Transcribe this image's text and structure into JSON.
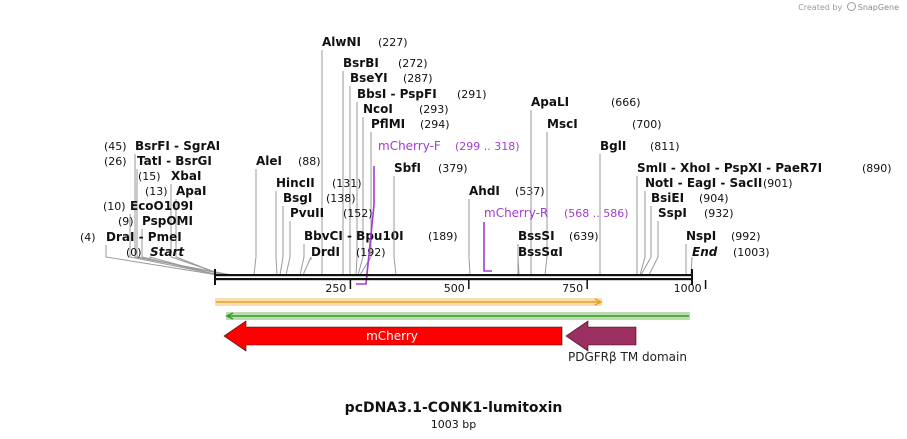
{
  "credit": {
    "prefix": "Created by",
    "brand": "SnapGene"
  },
  "plasmid": {
    "name": "pcDNA3.1-CONK1-lumitoxin",
    "size_label": "1003 bp",
    "length": 1003
  },
  "ticks": [
    250,
    500,
    750,
    1000
  ],
  "sites": [
    {
      "name": "AlwNI",
      "pos": "(227)",
      "bp": 227
    },
    {
      "name": "BsrBI",
      "pos": "(272)",
      "bp": 272
    },
    {
      "name": "BseYI",
      "pos": "(287)",
      "bp": 287
    },
    {
      "name": "BbsI  -  PspFI",
      "pos": "(291)",
      "bp": 291
    },
    {
      "name": "NcoI",
      "pos": "(293)",
      "bp": 293
    },
    {
      "name": "PflMI",
      "pos": "(294)",
      "bp": 294
    },
    {
      "name": "BsrFI  -  SgrAI",
      "pos": "(45)",
      "bp": 45
    },
    {
      "name": "TatI  -  BsrGI",
      "pos": "(26)",
      "bp": 26
    },
    {
      "name": "XbaI",
      "pos": "(15)",
      "bp": 15
    },
    {
      "name": "ApaI",
      "pos": "(13)",
      "bp": 13
    },
    {
      "name": "EcoO109I",
      "pos": "(10)",
      "bp": 10
    },
    {
      "name": "PspOMI",
      "pos": "(9)",
      "bp": 9
    },
    {
      "name": "DraI  -  PmeI",
      "pos": "(4)",
      "bp": 4
    },
    {
      "name": "Start",
      "pos": "(0)",
      "bp": 0
    },
    {
      "name": "AleI",
      "pos": "(88)",
      "bp": 88
    },
    {
      "name": "HincII",
      "pos": "(131)",
      "bp": 131
    },
    {
      "name": "BsgI",
      "pos": "(138)",
      "bp": 138
    },
    {
      "name": "PvuII",
      "pos": "(152)",
      "bp": 152
    },
    {
      "name": "BbvCI  -  Bpu10I",
      "pos": "(189)",
      "bp": 189
    },
    {
      "name": "DrdI",
      "pos": "(192)",
      "bp": 192
    },
    {
      "name": "SbfI",
      "pos": "(379)",
      "bp": 379
    },
    {
      "name": "AhdI",
      "pos": "(537)",
      "bp": 537
    },
    {
      "name": "ApaLI",
      "pos": "(666)",
      "bp": 666
    },
    {
      "name": "MscI",
      "pos": "(700)",
      "bp": 700
    },
    {
      "name": "BssSI",
      "pos": "(639)",
      "bp": 639
    },
    {
      "name": "BssSαI",
      "pos": "",
      "bp": 639
    },
    {
      "name": "BglI",
      "pos": "(811)",
      "bp": 811
    },
    {
      "name": "SmlI  -  XhoI  -  PspXI  -  PaeR7I",
      "pos": "(890)",
      "bp": 890
    },
    {
      "name": "NotI  -  EagI  -  SacII",
      "pos": "(901)",
      "bp": 901
    },
    {
      "name": "BsiEI",
      "pos": "(904)",
      "bp": 904
    },
    {
      "name": "SspI",
      "pos": "(932)",
      "bp": 932
    },
    {
      "name": "NspI",
      "pos": "(992)",
      "bp": 992
    },
    {
      "name": "End",
      "pos": "(1003)",
      "bp": 1003
    }
  ],
  "primers": [
    {
      "name": "mCherry-F",
      "pos": "(299 .. 318)",
      "start": 299,
      "end": 318,
      "color": "#a33bd0"
    },
    {
      "name": "mCherry-R",
      "pos": "(568 .. 586)",
      "start": 568,
      "end": 586,
      "color": "#a33bd0"
    }
  ],
  "features": [
    {
      "name": "mCherry",
      "start": 0,
      "end": 734,
      "direction": "reverse",
      "color": "#ff0000",
      "label_inside": true
    },
    {
      "name": "PDGFRβ TM domain",
      "start": 735,
      "end": 884,
      "direction": "reverse",
      "color": "#9b2f5f",
      "label_inside": false
    }
  ],
  "orfs": [
    {
      "color": "#e8a020",
      "direction": "forward",
      "start": 0,
      "end": 810
    },
    {
      "color": "#3a9a20",
      "direction": "reverse",
      "start": 18,
      "end": 1003
    }
  ],
  "colors": {
    "backbone": "#111111",
    "site_line": "#9a9a9a",
    "primer": "#a33bd0"
  }
}
